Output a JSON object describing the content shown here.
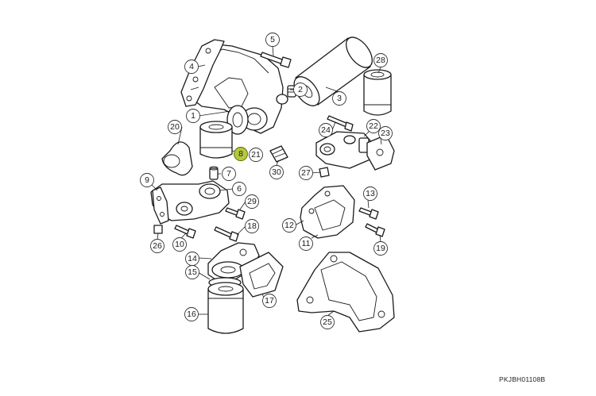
{
  "figure_code": "PKJBH01108B",
  "highlight_color": "#b5c83a",
  "callouts": [
    {
      "id": "c1",
      "label": "1"
    },
    {
      "id": "c2",
      "label": "2"
    },
    {
      "id": "c3",
      "label": "3"
    },
    {
      "id": "c4",
      "label": "4"
    },
    {
      "id": "c5",
      "label": "5"
    },
    {
      "id": "c6",
      "label": "6"
    },
    {
      "id": "c7",
      "label": "7"
    },
    {
      "id": "c8",
      "label": "8",
      "highlighted": true
    },
    {
      "id": "c9",
      "label": "9"
    },
    {
      "id": "c10",
      "label": "10"
    },
    {
      "id": "c11",
      "label": "11"
    },
    {
      "id": "c12",
      "label": "12"
    },
    {
      "id": "c13",
      "label": "13"
    },
    {
      "id": "c14",
      "label": "14"
    },
    {
      "id": "c15",
      "label": "15"
    },
    {
      "id": "c16",
      "label": "16"
    },
    {
      "id": "c17",
      "label": "17"
    },
    {
      "id": "c18",
      "label": "18"
    },
    {
      "id": "c19",
      "label": "19"
    },
    {
      "id": "c20",
      "label": "20"
    },
    {
      "id": "c21",
      "label": "21"
    },
    {
      "id": "c22",
      "label": "22"
    },
    {
      "id": "c23",
      "label": "23"
    },
    {
      "id": "c24",
      "label": "24"
    },
    {
      "id": "c25",
      "label": "25"
    },
    {
      "id": "c26",
      "label": "26"
    },
    {
      "id": "c27",
      "label": "27"
    },
    {
      "id": "c28",
      "label": "28"
    },
    {
      "id": "c29",
      "label": "29"
    },
    {
      "id": "c30",
      "label": "30"
    }
  ]
}
